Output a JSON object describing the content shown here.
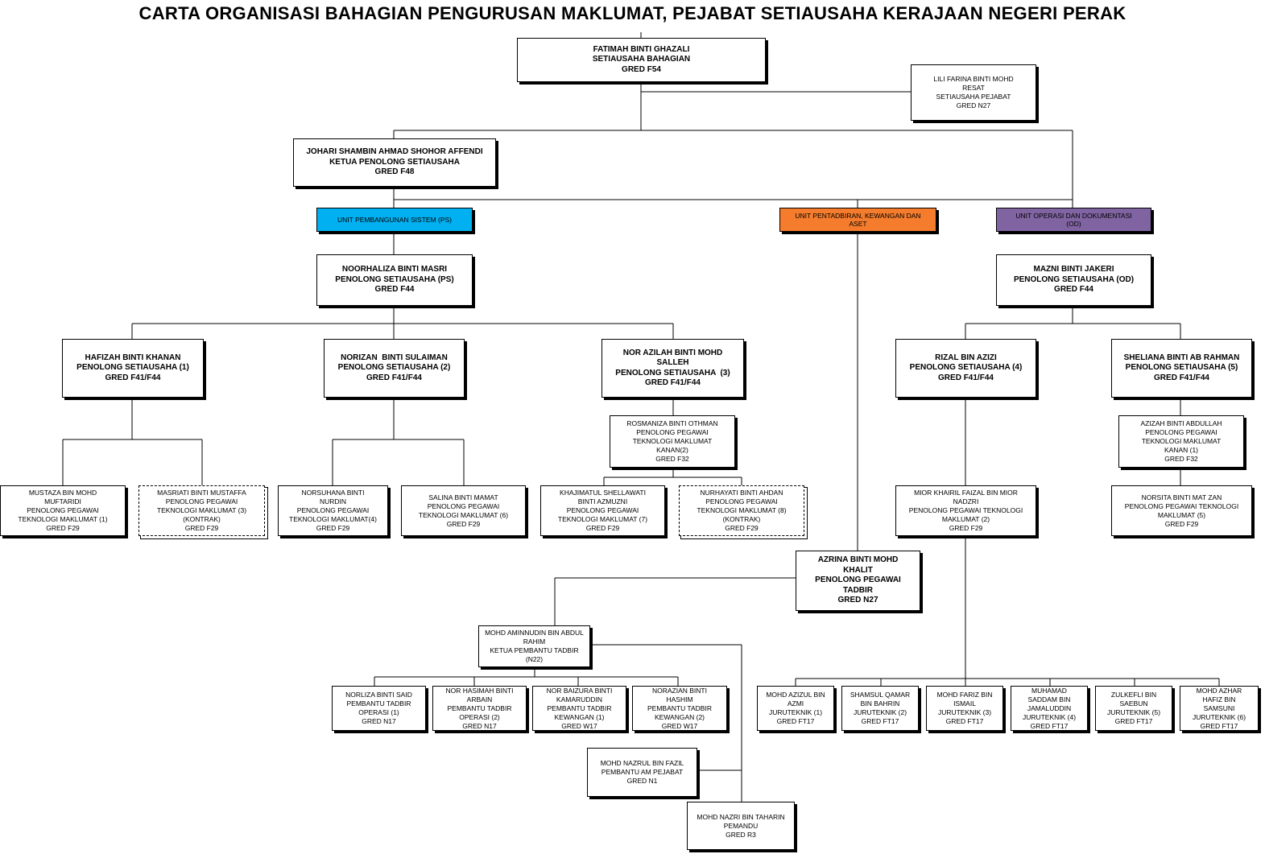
{
  "title": "CARTA ORGANISASI BAHAGIAN PENGURUSAN MAKLUMAT, PEJABAT SETIAUSAHA KERAJAAN NEGERI PERAK",
  "colors": {
    "unit_ps": "#00b0f0",
    "unit_pka": "#f47c2c",
    "unit_od": "#8064a2"
  },
  "nodes": {
    "fatimah": [
      "FATIMAH BINTI GHAZALI",
      "SETIAUSAHA BAHAGIAN",
      "GRED F54"
    ],
    "lili": [
      "LILI FARINA BINTI MOHD",
      "RESAT",
      "SETIAUSAHA PEJABAT",
      "GRED N27"
    ],
    "johari": [
      "JOHARI SHAMBIN AHMAD SHOHOR AFFENDI",
      "KETUA PENOLONG SETIAUSAHA",
      "GRED F48"
    ],
    "unit_ps": [
      "UNIT PEMBANGUNAN SISTEM (PS)"
    ],
    "unit_pka": [
      "UNIT PENTADBIRAN, KEWANGAN DAN",
      "ASET"
    ],
    "unit_od": [
      "UNIT OPERASI DAN DOKUMENTASI",
      "(OD)"
    ],
    "noorhaliza": [
      "NOORHALIZA BINTI MASRI",
      "PENOLONG SETIAUSAHA (PS)",
      "GRED F44"
    ],
    "mazni": [
      "MAZNI BINTI JAKERI",
      "PENOLONG SETIAUSAHA (OD)",
      "GRED F44"
    ],
    "hafizah": [
      "HAFIZAH BINTI KHANAN",
      "PENOLONG SETIAUSAHA (1)",
      "GRED F41/F44"
    ],
    "norizan": [
      "NORIZAN  BINTI SULAIMAN",
      "PENOLONG SETIAUSAHA (2)",
      "GRED F41/F44"
    ],
    "norazilah": [
      "NOR AZILAH BINTI MOHD",
      "SALLEH",
      "PENOLONG SETIAUSAHA  (3)",
      "GRED F41/F44"
    ],
    "rizal": [
      "RIZAL BIN AZIZI",
      "PENOLONG SETIAUSAHA (4)",
      "GRED F41/F44"
    ],
    "sheliana": [
      "SHELIANA BINTI AB RAHMAN",
      "PENOLONG SETIAUSAHA (5)",
      "GRED F41/F44"
    ],
    "rosmaniza": [
      "ROSMANIZA BINTI OTHMAN",
      "PENOLONG PEGAWAI",
      "TEKNOLOGI MAKLUMAT",
      "KANAN(2)",
      "GRED F32"
    ],
    "azizah": [
      "AZIZAH BINTI ABDULLAH",
      "PENOLONG PEGAWAI",
      "TEKNOLOGI MAKLUMAT",
      "KANAN (1)",
      "GRED F32"
    ],
    "mustaza": [
      "MUSTAZA BIN MOHD",
      "MUFTARIDI",
      "PENOLONG PEGAWAI",
      "TEKNOLOGI MAKLUMAT (1)",
      "GRED F29"
    ],
    "masriati": [
      "MASRIATI BINTI MUSTAFFA",
      "PENOLONG PEGAWAI",
      "TEKNOLOGI MAKLUMAT (3)",
      "(KONTRAK)",
      "GRED F29"
    ],
    "norsuhana": [
      "NORSUHANA BINTI",
      "NURDIN",
      "PENOLONG PEGAWAI",
      "TEKNOLOGI MAKLUMAT(4)",
      "GRED F29"
    ],
    "salina": [
      "SALINA BINTI MAMAT",
      "PENOLONG PEGAWAI",
      "TEKNOLOGI MAKLUMAT (6)",
      "GRED F29"
    ],
    "khajimatul": [
      "KHAJIMATUL SHELLAWATI",
      "BINTI AZMUZNI",
      "PENOLONG PEGAWAI",
      "TEKNOLOGI MAKLUMAT (7)",
      "GRED F29"
    ],
    "nurhayati": [
      "NURHAYATI BINTI AHDAN",
      "PENOLONG PEGAWAI",
      "TEKNOLOGI MAKLUMAT (8)",
      "(KONTRAK)",
      "GRED F29"
    ],
    "mior": [
      "MIOR KHAIRIL FAIZAL BIN MIOR",
      "NADZRI",
      "PENOLONG PEGAWAI TEKNOLOGI",
      "MAKLUMAT (2)",
      "GRED F29"
    ],
    "norsita": [
      "NORSITA BINTI MAT ZAN",
      "PENOLONG PEGAWAI TEKNOLOGI",
      "MAKLUMAT (5)",
      "GRED F29"
    ],
    "azrina": [
      "AZRINA BINTI MOHD",
      "KHALIT",
      "PENOLONG PEGAWAI",
      "TADBIR",
      "GRED N27"
    ],
    "mohdaminnudin": [
      "MOHD AMINNUDIN BIN ABDUL",
      "RAHIM",
      "KETUA PEMBANTU TADBIR",
      "(N22)"
    ],
    "norliza": [
      "NORLIZA BINTI SAID",
      "PEMBANTU TADBIR",
      "OPERASI (1)",
      "GRED N17"
    ],
    "norhasimah": [
      "NOR HASIMAH BINTI",
      "ARBAIN",
      "PEMBANTU TADBIR",
      "OPERASI (2)",
      "GRED N17"
    ],
    "norbaizura": [
      "NOR BAIZURA BINTI",
      "KAMARUDDIN",
      "PEMBANTU TADBIR",
      "KEWANGAN (1)",
      "GRED W17"
    ],
    "norazian": [
      "NORAZIAN BINTI",
      "HASHIM",
      "PEMBANTU TADBIR",
      "KEWANGAN (2)",
      "GRED W17"
    ],
    "nazrul": [
      "MOHD NAZRUL BIN FAZIL",
      "PEMBANTU AM PEJABAT",
      "GRED N1"
    ],
    "nazri": [
      "MOHD NAZRI BIN TAHARIN",
      "PEMANDU",
      "GRED R3"
    ],
    "azizul": [
      "MOHD AZIZUL BIN",
      "AZMI",
      "JURUTEKNIK (1)",
      "GRED FT17"
    ],
    "shamsul": [
      "SHAMSUL QAMAR",
      "BIN BAHRIN",
      "JURUTEKNIK (2)",
      "GRED FT17"
    ],
    "fariz": [
      "MOHD FARIZ BIN",
      "ISMAIL",
      "JURUTEKNIK (3)",
      "GRED FT17"
    ],
    "saddam": [
      "MUHAMAD",
      "SADDAM BIN",
      "JAMALUDDIN",
      "JURUTEKNIK (4)",
      "GRED FT17"
    ],
    "zulkefli": [
      "ZULKEFLI BIN",
      "SAEBUN",
      "JURUTEKNIK (5)",
      "GRED FT17"
    ],
    "azhar": [
      "MOHD AZHAR",
      "HAFIZ BIN",
      "SAMSUNI",
      "JURUTEKNIK (6)",
      "GRED FT17"
    ]
  }
}
